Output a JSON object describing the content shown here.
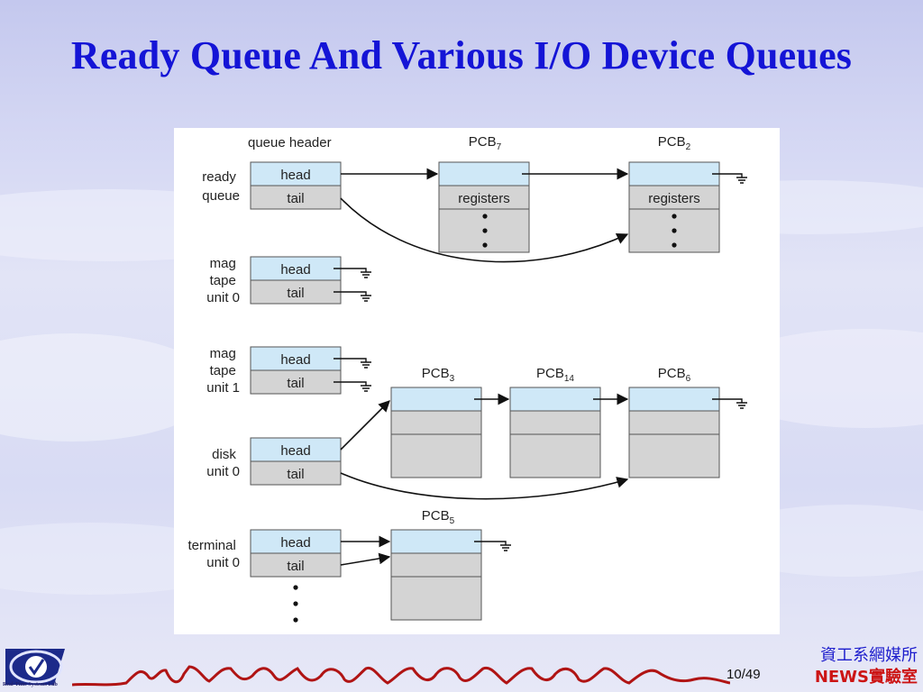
{
  "slide": {
    "title": "Ready Queue And Various I/O Device Queues",
    "page_current": "10",
    "page_total": "/49",
    "org_line1": "資工系網媒所",
    "org_line2": "NEWS實驗室",
    "logo_text": "Real-Time Systems Lab"
  },
  "diagram": {
    "header_label": "queue header",
    "queues": [
      {
        "lines": [
          "ready",
          "queue"
        ],
        "head": "head",
        "tail": "tail"
      },
      {
        "lines": [
          "mag",
          "tape",
          "unit 0"
        ],
        "head": "head",
        "tail": "tail"
      },
      {
        "lines": [
          "mag",
          "tape",
          "unit 1"
        ],
        "head": "head",
        "tail": "tail"
      },
      {
        "lines": [
          "disk",
          "unit 0"
        ],
        "head": "head",
        "tail": "tail"
      },
      {
        "lines": [
          "terminal",
          "unit 0"
        ],
        "head": "head",
        "tail": "tail"
      }
    ],
    "pcbs": [
      {
        "base": "PCB",
        "sub": "7",
        "field": "registers"
      },
      {
        "base": "PCB",
        "sub": "2",
        "field": "registers"
      },
      {
        "base": "PCB",
        "sub": "3"
      },
      {
        "base": "PCB",
        "sub": "14"
      },
      {
        "base": "PCB",
        "sub": "6"
      },
      {
        "base": "PCB",
        "sub": "5"
      }
    ],
    "colors": {
      "header_cell": "#cfe8f7",
      "body_cell": "#d4d4d4",
      "stroke": "#555555",
      "title": "#1414d6",
      "org_red": "#cc1414"
    }
  }
}
